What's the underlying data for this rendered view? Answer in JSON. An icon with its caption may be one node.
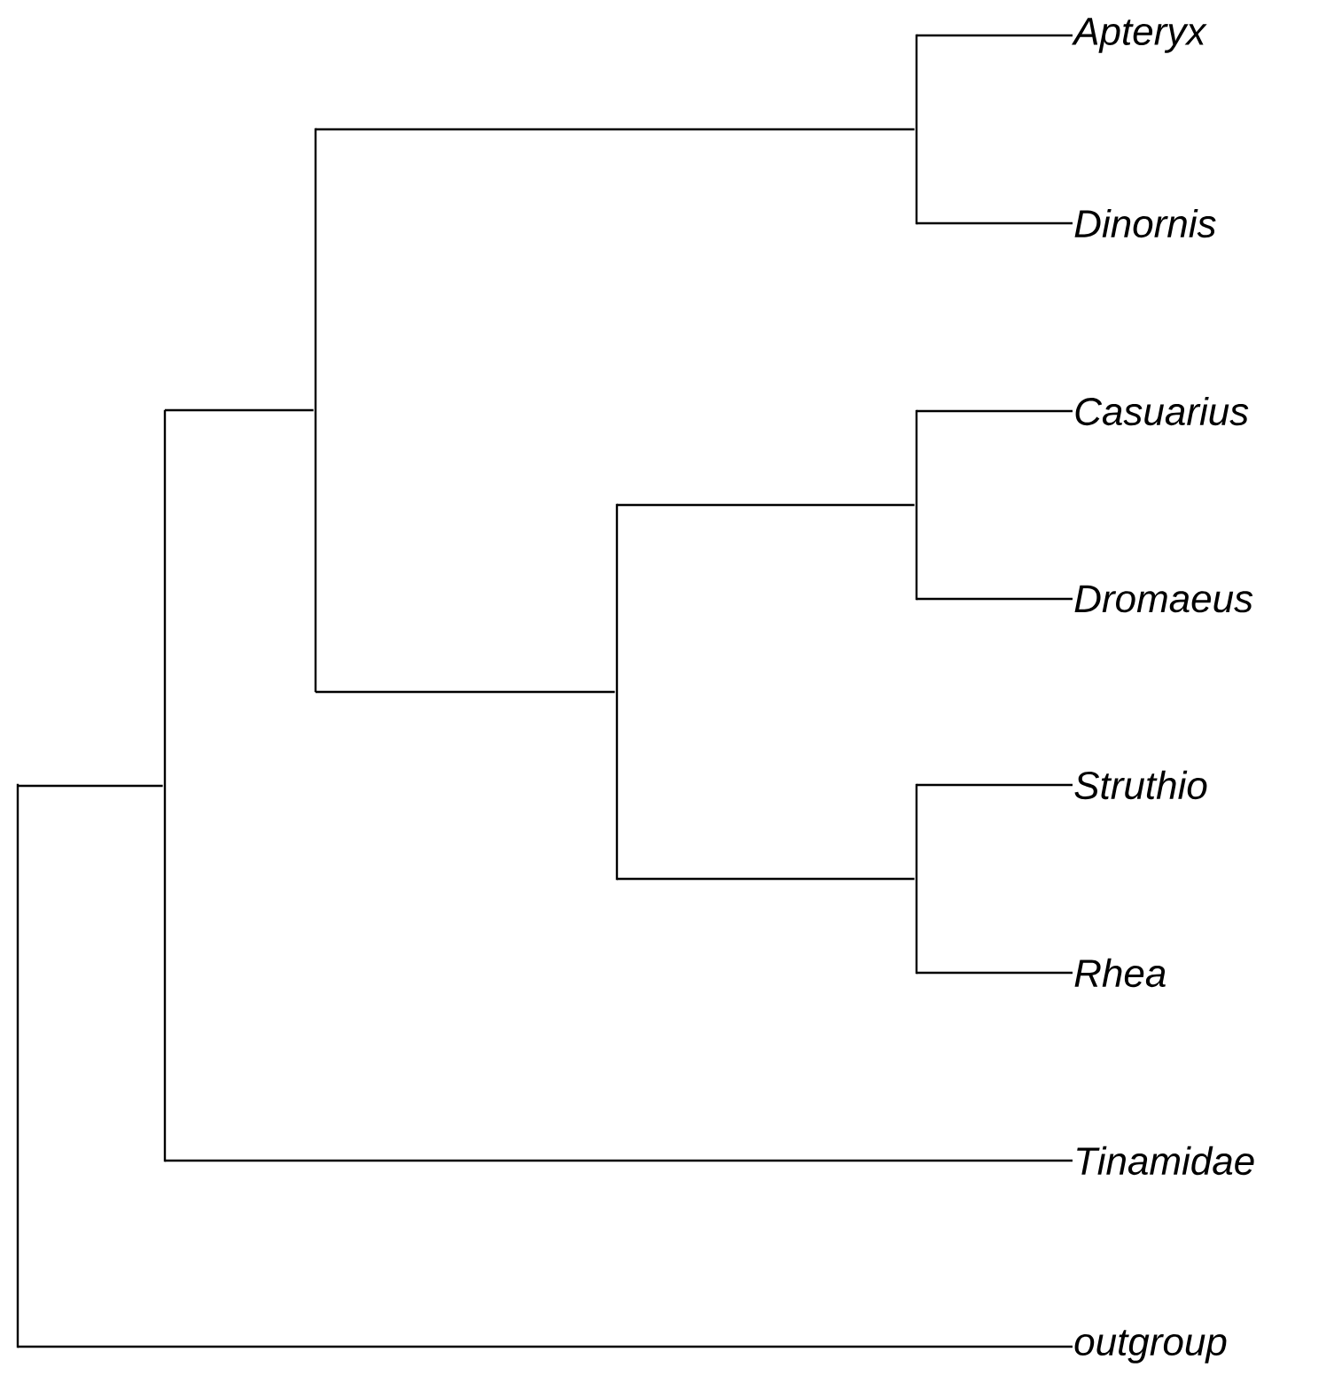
{
  "diagram": {
    "nodes": [
      {
        "text": [
          "Apteryx"
        ]
      },
      {
        "text": [
          "Dinornis"
        ]
      },
      {
        "text": [
          "Casuarius"
        ]
      },
      {
        "text": [
          "Dromaeus"
        ]
      },
      {
        "text": [
          "Struthio"
        ]
      },
      {
        "text": [
          "Rhea"
        ]
      },
      {
        "text": [
          "Tinamidae"
        ]
      },
      {
        "text": [
          "outgroup"
        ]
      },
      {
        "text": [],
        "shape": "bar"
      },
      {
        "text": [],
        "shape": "bar"
      },
      {
        "text": [],
        "shape": "bar"
      },
      {
        "text": [],
        "shape": "bar"
      },
      {
        "text": [],
        "shape": "bar"
      },
      {
        "text": [],
        "shape": "bar"
      },
      {
        "text": [],
        "shape": "bar"
      }
    ],
    "edges": [
      {
        "from": 8,
        "to": 0,
        "arrow": "none"
      },
      {
        "from": 8,
        "to": 1,
        "arrow": "none"
      },
      {
        "from": 9,
        "to": 2,
        "arrow": "none"
      },
      {
        "from": 9,
        "to": 3,
        "arrow": "none"
      },
      {
        "from": 10,
        "to": 4,
        "arrow": "none"
      },
      {
        "from": 10,
        "to": 5,
        "arrow": "none"
      },
      {
        "from": 11,
        "to": 9,
        "arrow": "none"
      },
      {
        "from": 11,
        "to": 10,
        "arrow": "none"
      },
      {
        "from": 12,
        "to": 8,
        "arrow": "none"
      },
      {
        "from": 12,
        "to": 11,
        "arrow": "none"
      },
      {
        "from": 13,
        "to": 12,
        "arrow": "none"
      },
      {
        "from": 13,
        "to": 6,
        "arrow": "none"
      },
      {
        "from": 14,
        "to": 13,
        "arrow": "none"
      },
      {
        "from": 14,
        "to": 7,
        "arrow": "none"
      }
    ]
  }
}
